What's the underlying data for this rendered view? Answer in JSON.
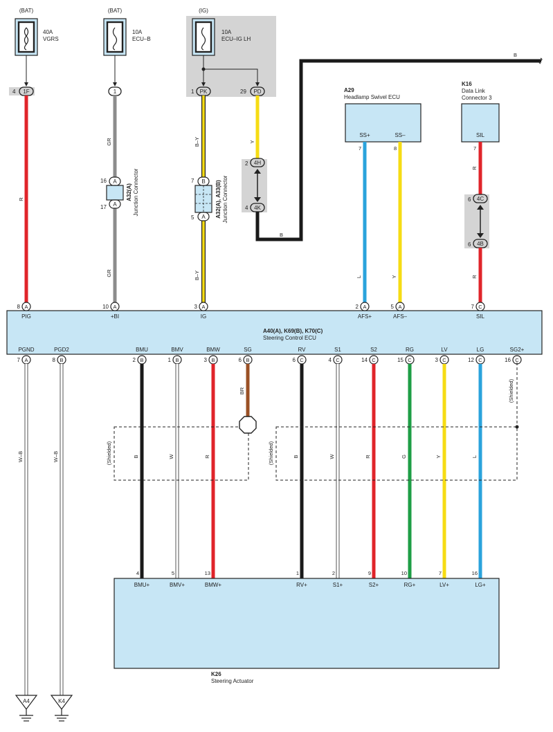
{
  "fuses": [
    {
      "source": "(BAT)",
      "amp": "40A",
      "name": "VGRS"
    },
    {
      "source": "(BAT)",
      "amp": "10A",
      "name": "ECU–B"
    },
    {
      "source": "(IG)",
      "amp": "10A",
      "name": "ECU–IG LH"
    }
  ],
  "top_pins": [
    {
      "num": "4",
      "code": "1F"
    },
    {
      "num": "",
      "code": "1"
    },
    {
      "num": "1",
      "code": "PK"
    },
    {
      "num": "29",
      "code": "PD"
    }
  ],
  "junction_a32": {
    "id": "A32(A)",
    "desc": "Junction Connector",
    "pin_top_num": "16",
    "pin_top": "A",
    "pin_bot_num": "17",
    "pin_bot": "A"
  },
  "junction_a33": {
    "id": "A32(A), A33(B)",
    "desc": "Junction Connector",
    "pin_top_num": "7",
    "pin_top": "B",
    "pin_bot_num": "5",
    "pin_bot": "A"
  },
  "inline_4h": {
    "num": "2",
    "code": "4H"
  },
  "inline_4k": {
    "num": "4",
    "code": "4K"
  },
  "inline_4c": {
    "num": "6",
    "code": "4C"
  },
  "inline_4b": {
    "num": "6",
    "code": "4B"
  },
  "a29": {
    "id": "A29",
    "desc": "Headlamp Swivel ECU",
    "pins": [
      "SS+",
      "SS–"
    ],
    "pin_nums": [
      "7",
      "8"
    ]
  },
  "k16": {
    "id": "K16",
    "desc1": "Data Link",
    "desc2": "Connector 3",
    "pin": "SIL",
    "pin_num": "7"
  },
  "wire_colors": {
    "vgrs": "R",
    "ecub_top": "GR",
    "ecub_bot": "GR",
    "ig_top": "B–Y",
    "ig_bot": "B–Y",
    "pd": "Y",
    "black_b": "B",
    "ssplus": "L",
    "ssminus": "Y",
    "sil_top": "R",
    "sil_bot": "R"
  },
  "ecu": {
    "title": "A40(A), K69(B), K70(C)",
    "subtitle": "Steering Control ECU",
    "top_pins": [
      {
        "num": "8",
        "conn": "A",
        "name": "PIG"
      },
      {
        "num": "10",
        "conn": "A",
        "name": "+BI"
      },
      {
        "num": "3",
        "conn": "A",
        "name": "IG"
      },
      {
        "num": "2",
        "conn": "A",
        "name": "AFS+"
      },
      {
        "num": "5",
        "conn": "A",
        "name": "AFS–"
      },
      {
        "num": "7",
        "conn": "C",
        "name": "SIL"
      }
    ],
    "bottom_pins": [
      {
        "num": "7",
        "conn": "A",
        "name": "PGND"
      },
      {
        "num": "8",
        "conn": "B",
        "name": "PGD2"
      },
      {
        "num": "2",
        "conn": "B",
        "name": "BMU"
      },
      {
        "num": "1",
        "conn": "B",
        "name": "BMV"
      },
      {
        "num": "3",
        "conn": "B",
        "name": "BMW"
      },
      {
        "num": "6",
        "conn": "B",
        "name": "SG"
      },
      {
        "num": "6",
        "conn": "C",
        "name": "RV"
      },
      {
        "num": "4",
        "conn": "C",
        "name": "S1"
      },
      {
        "num": "14",
        "conn": "C",
        "name": "S2"
      },
      {
        "num": "15",
        "conn": "C",
        "name": "RG"
      },
      {
        "num": "3",
        "conn": "C",
        "name": "LV"
      },
      {
        "num": "12",
        "conn": "C",
        "name": "LG"
      },
      {
        "num": "16",
        "conn": "C",
        "name": "SG2+"
      }
    ]
  },
  "lower_wire_colors": [
    "W–B",
    "W–B",
    "B",
    "W",
    "R",
    "BR",
    "B",
    "W",
    "R",
    "G",
    "Y",
    "L"
  ],
  "shielded": "(Shielded)",
  "actuator": {
    "id": "K26",
    "desc": "Steering Actuator",
    "pins": [
      {
        "num": "4",
        "name": "BMU+"
      },
      {
        "num": "5",
        "name": "BMV+"
      },
      {
        "num": "13",
        "name": "BMW+"
      },
      {
        "num": "1",
        "name": "RV+"
      },
      {
        "num": "2",
        "name": "S1+"
      },
      {
        "num": "9",
        "name": "S2+"
      },
      {
        "num": "10",
        "name": "RG+"
      },
      {
        "num": "7",
        "name": "LV+"
      },
      {
        "num": "16",
        "name": "LG+"
      }
    ]
  },
  "grounds": [
    "A4",
    "K4"
  ],
  "colors": {
    "red": "#e0242a",
    "gray": "#8c8c8c",
    "yellow": "#f6dc14",
    "black": "#1a1a1a",
    "blue": "#2aa3dc",
    "green": "#1e9e46",
    "brown": "#9a5025",
    "ecu_fill": "#c7e6f5"
  }
}
